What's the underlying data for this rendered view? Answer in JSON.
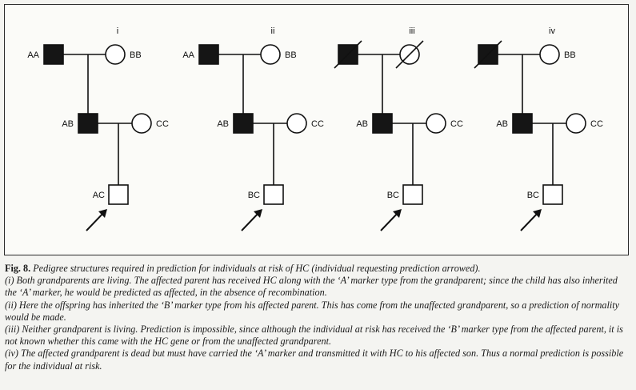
{
  "diagram": {
    "panels": [
      {
        "numeral": "i",
        "grandfather": {
          "label": "AA",
          "affected": true,
          "deceased": false
        },
        "grandmother": {
          "label": "BB",
          "affected": false,
          "deceased": false
        },
        "parent": {
          "label": "AB",
          "affected": true
        },
        "spouse": {
          "label": "CC",
          "affected": false
        },
        "child": {
          "label": "AC",
          "affected": false,
          "proband": true
        }
      },
      {
        "numeral": "ii",
        "grandfather": {
          "label": "AA",
          "affected": true,
          "deceased": false
        },
        "grandmother": {
          "label": "BB",
          "affected": false,
          "deceased": false
        },
        "parent": {
          "label": "AB",
          "affected": true
        },
        "spouse": {
          "label": "CC",
          "affected": false
        },
        "child": {
          "label": "BC",
          "affected": false,
          "proband": true
        }
      },
      {
        "numeral": "iii",
        "grandfather": {
          "label": "",
          "affected": true,
          "deceased": true
        },
        "grandmother": {
          "label": "",
          "affected": false,
          "deceased": true
        },
        "parent": {
          "label": "AB",
          "affected": true
        },
        "spouse": {
          "label": "CC",
          "affected": false
        },
        "child": {
          "label": "BC",
          "affected": false,
          "proband": true
        }
      },
      {
        "numeral": "iv",
        "grandfather": {
          "label": "",
          "affected": true,
          "deceased": true
        },
        "grandmother": {
          "label": "BB",
          "affected": false,
          "deceased": false
        },
        "parent": {
          "label": "AB",
          "affected": true
        },
        "spouse": {
          "label": "CC",
          "affected": false
        },
        "child": {
          "label": "BC",
          "affected": false,
          "proband": true
        }
      }
    ]
  },
  "caption": {
    "fig_label": "Fig. 8.",
    "intro": "Pedigree structures required in prediction for individuals at risk of HC (individual requesting prediction arrowed).",
    "items": [
      "(i) Both grandparents are living. The affected parent has received HC along with the ‘A’ marker type from the grandparent; since the child has also inherited the ‘A’ marker, he would be predicted as affected, in the absence of recombination.",
      "(ii) Here the offspring has inherited the ‘B’ marker type from his affected parent. This has come from the unaffected grandparent, so a prediction of normality would be made.",
      "(iii) Neither grandparent is living. Prediction is impossible, since although the individual at risk has received the ‘B’ marker type from the affected parent, it is not known whether this came with the HC gene or from the unaffected grandparent.",
      "(iv) The affected grandparent is dead but must have carried the ‘A’ marker and transmitted it with HC to his affected son. Thus a normal prediction is possible for the individual at risk."
    ]
  }
}
